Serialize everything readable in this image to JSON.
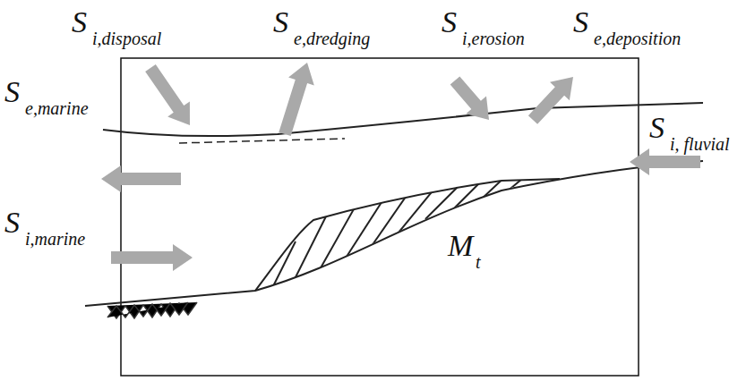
{
  "diagram": {
    "labels": [
      "S",
      "i,disposal",
      "S",
      "e,dredging",
      "S",
      "i,erosion",
      "S",
      "e,deposition",
      "S",
      "i, fluvial",
      "S",
      "e,marine",
      "S",
      "i,marine",
      "M",
      "t"
    ]
  }
}
